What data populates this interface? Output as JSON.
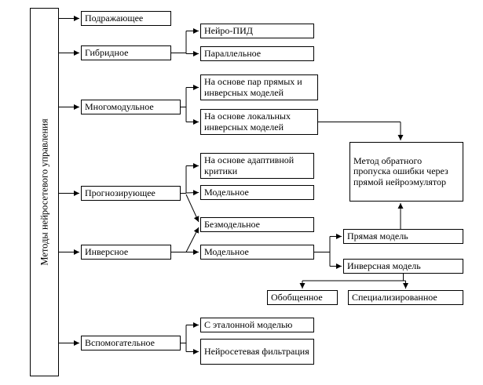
{
  "diagram": {
    "root_label": "Методы нейросетевого управления",
    "nodes": {
      "podrazhayushchee": "Подражающее",
      "gibridnoe": "Гибридное",
      "neuro_pid": "Нейро-ПИД",
      "parallelnoe": "Параллельное",
      "mnogomodulnoe": "Многомодульное",
      "na_osnove_par": "На основе пар прямых и инверсных моделей",
      "na_osnove_lokalnyh": "На основе локальных инверсных моделей",
      "prognoziruyushchee": "Прогнозирующее",
      "adaptivnaya_kritika": "На основе адаптивной критики",
      "modelnoe_prognoz": "Модельное",
      "bezmodelnoe": "Безмодельное",
      "inversnoe": "Инверсное",
      "modelnoe_invers": "Модельное",
      "metod_obratnogo": "Метод обратного пропуска ошибки через прямой нейроэмулятор",
      "pryamaya_model": "Прямая модель",
      "inversnaya_model": "Инверсная модель",
      "obobshchennoe": "Обобщенное",
      "specializirovannoe": "Специализированное",
      "vspomogatelnoe": "Вспомогательное",
      "etalonnaya_model": "С эталонной моделью",
      "neurosetevaya_filtraciya": "Нейросетевая фильтрация"
    }
  }
}
